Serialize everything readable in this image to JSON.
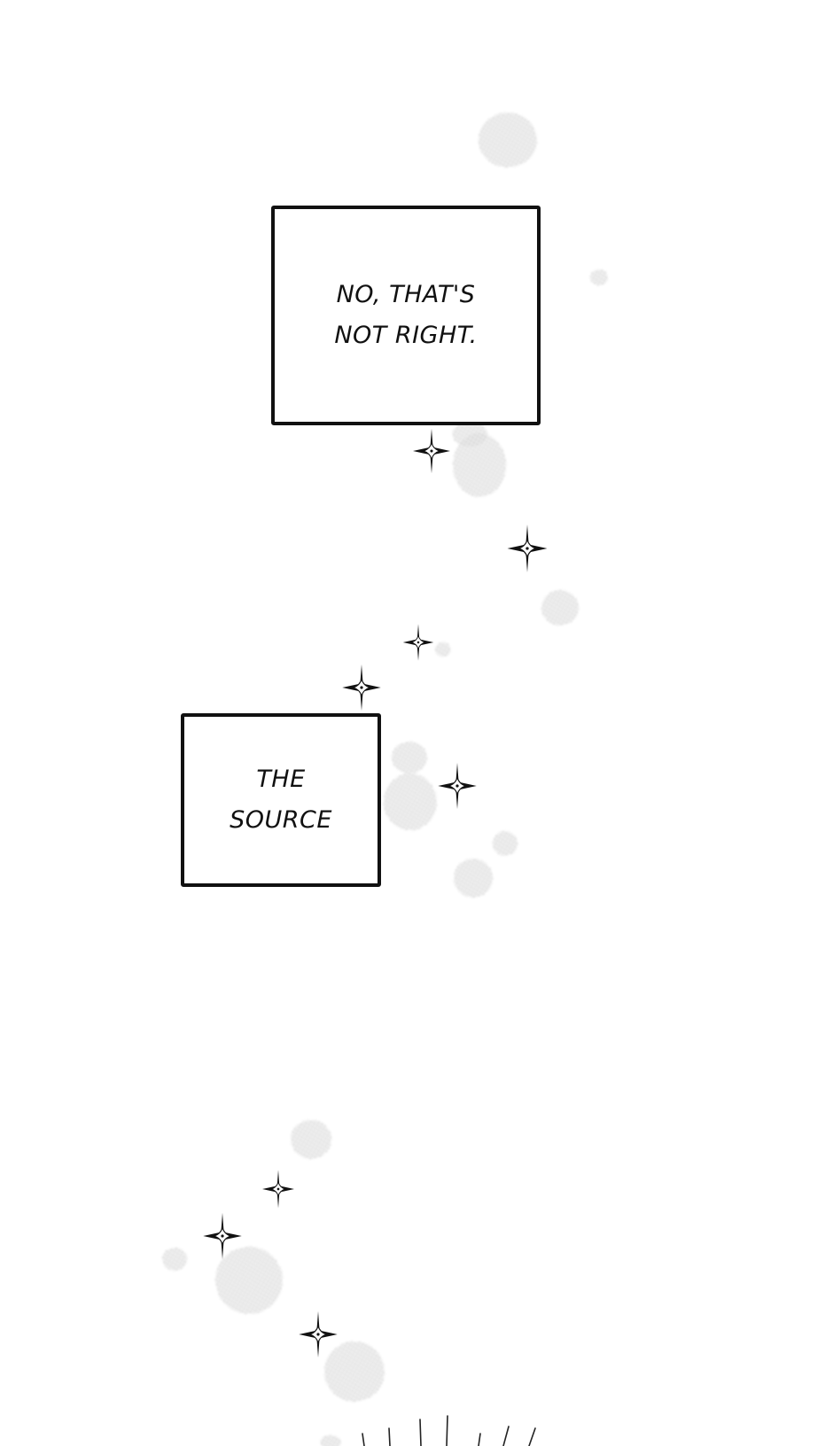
{
  "captions": {
    "first": {
      "line1": "NO, THAT'S",
      "line2": "NOT RIGHT."
    },
    "second": {
      "line1": "THE",
      "line2": "SOURCE"
    }
  },
  "decor": {
    "sparkle_icon": "four-point-sparkle",
    "screentone_icon": "dotted-screentone-blob",
    "ink_color": "#111111",
    "tone_color": "#9a9a9a"
  }
}
